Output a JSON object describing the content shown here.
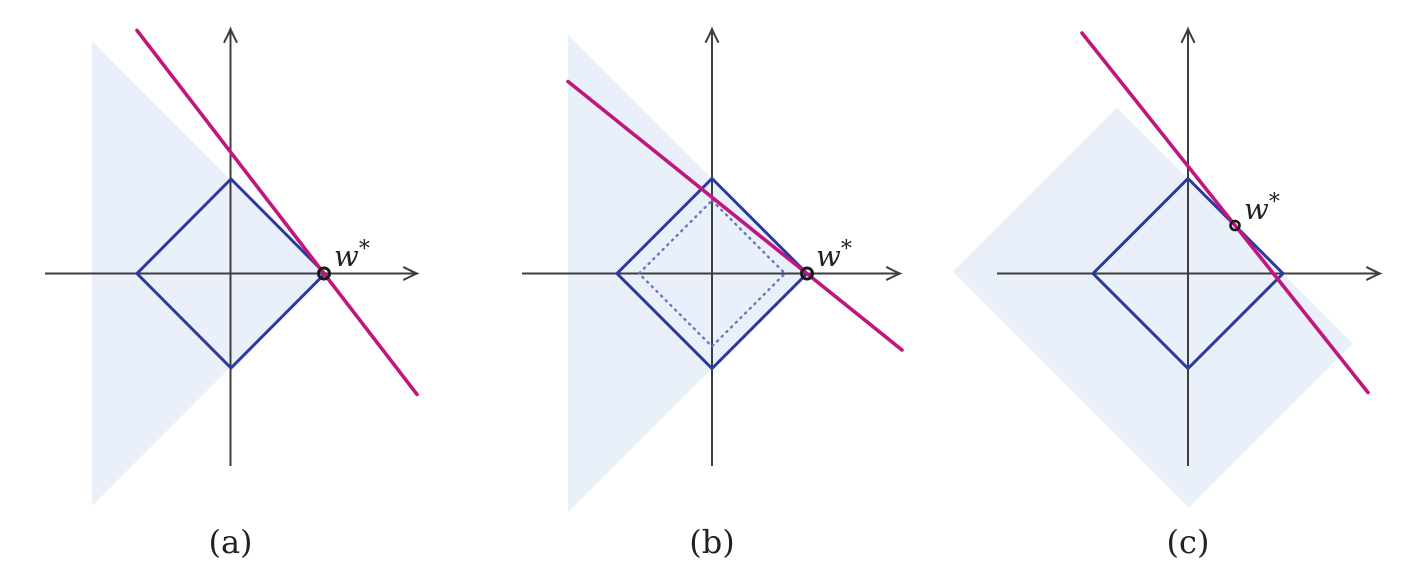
{
  "figure": {
    "type": "geometry-diagram",
    "description": "Three-panel diagram of an L1-norm ball (blue diamond) in the plane with a magenta objective line touching it at the optimum point, and a light-blue shaded feasible/descent region. Panels (a) and (b) have the tangent point at the right vertex of the diamond; panel (b) adds a smaller dotted inner diamond; panel (c) has the tangent point on the upper-right edge and a large rotated-square shaded region.",
    "background": "#ffffff"
  },
  "colors": {
    "shade": "#e9f0fa",
    "blue": "#2b3a9c",
    "dotted": "#6b77b8",
    "magenta": "#c0167e",
    "axis": "#3e3e3e",
    "marker": "#1a1a1a",
    "text": "#222222"
  },
  "panels": [
    {
      "caption": "(a)",
      "point_label_base": "w",
      "point_label_sup": "*",
      "tangent_point": "right vertex of diamond",
      "inner_dotted_diamond": false,
      "shaded_region": "left-pointing 45-degree cone with apex at w*"
    },
    {
      "caption": "(b)",
      "point_label_base": "w",
      "point_label_sup": "*",
      "tangent_point": "right vertex of diamond",
      "inner_dotted_diamond": true,
      "shaded_region": "left-pointing 45-degree cone with apex at w*"
    },
    {
      "caption": "(c)",
      "point_label_base": "w",
      "point_label_sup": "*",
      "tangent_point": "upper-right edge of diamond",
      "inner_dotted_diamond": false,
      "shaded_region": "large rotated square below-left of the tangent line"
    }
  ]
}
